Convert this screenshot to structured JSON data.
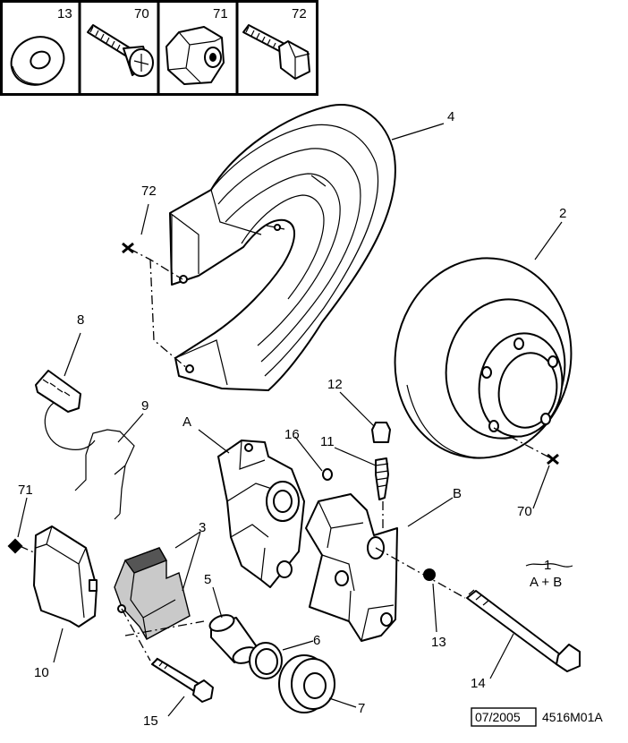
{
  "inset": {
    "items": [
      {
        "number": "13",
        "icon": "washer-icon"
      },
      {
        "number": "70",
        "icon": "cross-head-screw-icon"
      },
      {
        "number": "71",
        "icon": "hex-nut-icon"
      },
      {
        "number": "72",
        "icon": "hex-bolt-icon"
      }
    ]
  },
  "callouts": {
    "c1": "1",
    "c1_sub": "A + B",
    "c2": "2",
    "c3": "3",
    "c4": "4",
    "c5": "5",
    "c6": "6",
    "c7": "7",
    "c8": "8",
    "c9": "9",
    "c10": "10",
    "c11": "11",
    "c12": "12",
    "c13": "13",
    "c14": "14",
    "c15": "15",
    "c16": "16",
    "c70": "70",
    "c71": "71",
    "c72": "72",
    "cA": "A",
    "cB": "B"
  },
  "footer": {
    "date": "07/2005",
    "ref": "4516M01A"
  }
}
